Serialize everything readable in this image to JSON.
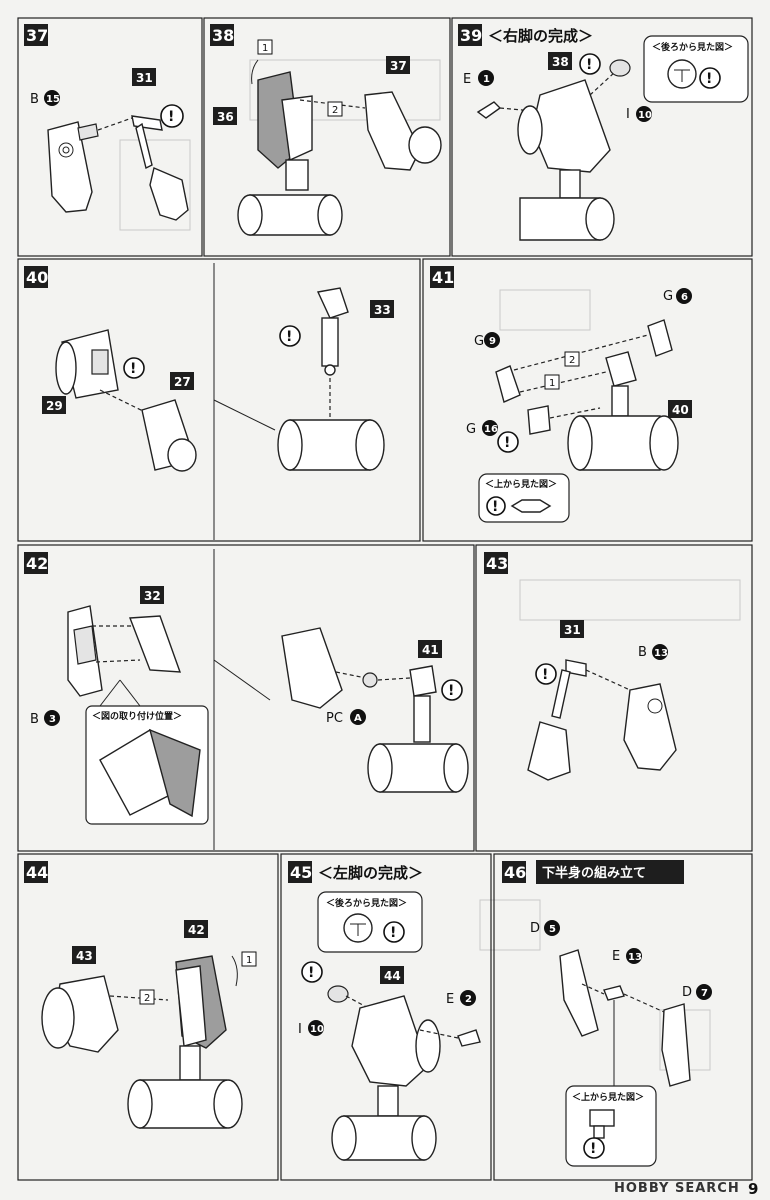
{
  "steps": {
    "s37": {
      "num": "37",
      "label_b": "B",
      "circ_b": "15",
      "part_31": "31"
    },
    "s38": {
      "num": "38",
      "sq1": "1",
      "sq2": "2",
      "part_37": "37",
      "part_36": "36"
    },
    "s39": {
      "num": "39",
      "title": "＜右脚の完成＞",
      "label_e": "E",
      "circ_e": "1",
      "part_38": "38",
      "label_i": "I",
      "circ_i": "10",
      "inset_title": "＜後ろから見た図＞"
    },
    "s40": {
      "num": "40",
      "part_29": "29",
      "part_27": "27",
      "part_33": "33"
    },
    "s41": {
      "num": "41",
      "label_g6": "G",
      "circ_g6": "6",
      "label_g9": "G",
      "circ_g9": "9",
      "label_g16": "G",
      "circ_g16": "16",
      "sq1": "1",
      "sq2": "2",
      "part_40": "40",
      "inset_title": "＜上から見た図＞"
    },
    "s42": {
      "num": "42",
      "part_32": "32",
      "label_b": "B",
      "circ_b": "3",
      "inset_title": "＜図の取り付け位置＞",
      "part_41": "41",
      "label_pc": "PC",
      "circ_pc": "A"
    },
    "s43": {
      "num": "43",
      "part_31": "31",
      "label_b": "B",
      "circ_b": "13"
    },
    "s44": {
      "num": "44",
      "part_43": "43",
      "part_42": "42",
      "sq1": "1",
      "sq2": "2"
    },
    "s45": {
      "num": "45",
      "title": "＜左脚の完成＞",
      "inset_title": "＜後ろから見た図＞",
      "part_44": "44",
      "label_i": "I",
      "circ_i": "10",
      "label_e": "E",
      "circ_e": "2"
    },
    "s46": {
      "num": "46",
      "title": "下半身の組み立て",
      "label_d5": "D",
      "circ_d5": "5",
      "label_e": "E",
      "circ_e": "13",
      "label_d7": "D",
      "circ_d7": "7",
      "inset_title": "＜上から見た図＞"
    }
  },
  "warning_mark": "!",
  "footer": {
    "watermark": "HOBBY SEARCH",
    "page_num": "9"
  }
}
